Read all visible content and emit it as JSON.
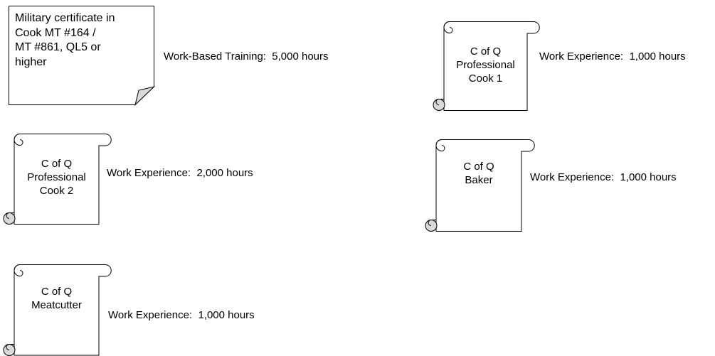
{
  "nodes": [
    {
      "id": "military",
      "shape": "document-folded-corner",
      "text": "Military certificate in\nCook MT #164 /\nMT #861, QL5 or\nhigher",
      "requirement": "Work-Based Training:  5,000 hours"
    },
    {
      "id": "cook1",
      "shape": "scroll",
      "text": "C of Q\nProfessional\nCook 1",
      "requirement": "Work Experience:  1,000 hours"
    },
    {
      "id": "cook2",
      "shape": "scroll",
      "text": "C of Q\nProfessional\nCook 2",
      "requirement": "Work Experience:  2,000 hours"
    },
    {
      "id": "baker",
      "shape": "scroll",
      "text": "C of Q\nBaker",
      "requirement": "Work Experience:  1,000 hours"
    },
    {
      "id": "meatcutter",
      "shape": "scroll",
      "text": "C of Q\nMeatcutter",
      "requirement": "Work Experience:  1,000 hours"
    }
  ]
}
